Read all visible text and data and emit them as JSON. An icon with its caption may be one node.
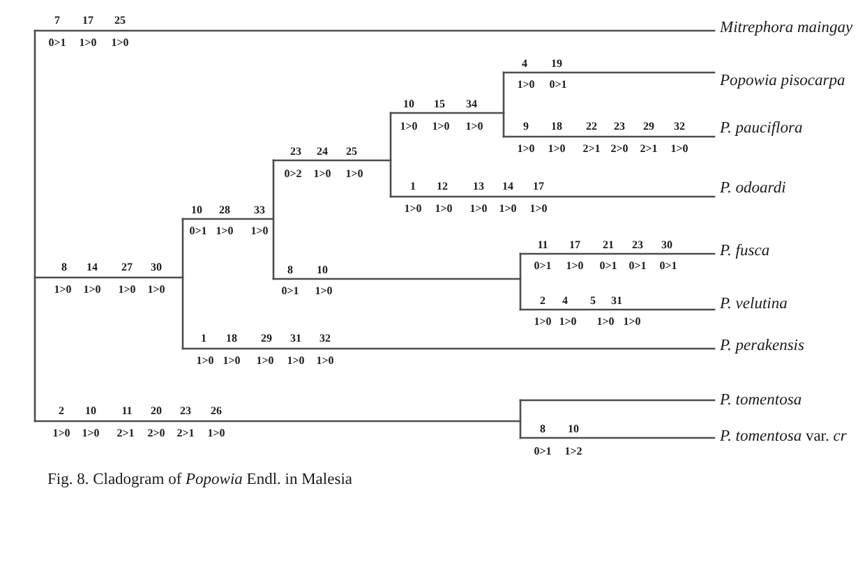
{
  "diagram": {
    "caption": "Fig. 8. Cladogram of *Popowia* Endl. in Malesia",
    "nodes": [
      {
        "text": [
          "Mitrephora maingay"
        ]
      },
      {
        "text": [
          "Popowia pisocarpa"
        ]
      },
      {
        "text": [
          "P. pauciflora"
        ]
      },
      {
        "text": [
          "P. odoardi"
        ]
      },
      {
        "text": [
          "P. fusca"
        ]
      },
      {
        "text": [
          "P. velutina"
        ]
      },
      {
        "text": [
          "P. perakensis"
        ]
      },
      {
        "text": [
          "P. tomentosa"
        ]
      },
      {
        "text": [
          "*P. tomentosa* var. *cr*"
        ]
      }
    ],
    "edges": [
      {
        "from": null,
        "to": 0,
        "arrow": "none"
      },
      {
        "from": null,
        "to": 1,
        "arrow": "none"
      },
      {
        "from": null,
        "to": 2,
        "arrow": "none"
      },
      {
        "from": null,
        "to": 3,
        "arrow": "none"
      },
      {
        "from": null,
        "to": 4,
        "arrow": "none"
      },
      {
        "from": null,
        "to": 5,
        "arrow": "none"
      },
      {
        "from": null,
        "to": 6,
        "arrow": "none"
      },
      {
        "from": null,
        "to": 7,
        "arrow": "none"
      },
      {
        "from": null,
        "to": 8,
        "arrow": "none"
      }
    ],
    "labels": [
      "7 17 25",
      "0>1 1>0 1>0",
      "4 19",
      "1>0 0>1",
      "10 15 34",
      "1>0 1>0 1>0",
      "9 18 22 23 29 32",
      "1>0 1>0 2>1 2>0 2>1 1>0",
      "23 24 25",
      "0>2 1>0 1>0",
      "1 12 13 14 17",
      "1>0 1>0 1>0 1>0 1>0",
      "10 28 33",
      "0>1 1>0 1>0",
      "11 17 21 23 30",
      "0>1 1>0 0>1 0>1 0>1",
      "8 14 27 30",
      "1>0 1>0 1>0 1>0",
      "8 10",
      "0>1 1>0",
      "2 4 5 31",
      "1>0 1>0 1>0 1>0",
      "1 18 29 31 32",
      "1>0 1>0 1>0 1>0 1>0",
      "2 10 11 20 23 26",
      "1>0 1>0 2>1 2>0 2>1 1>0",
      "8 10",
      "0>1 1>2"
    ]
  }
}
